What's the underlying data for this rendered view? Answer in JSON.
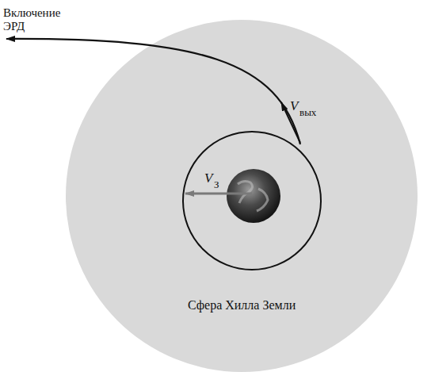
{
  "diagram": {
    "nodes": [
      {
        "text": [
          "Сфера Хилла Земли"
        ]
      }
    ],
    "labels": [
      "Включение ЭРД",
      "V",
      "вых",
      "V",
      "З"
    ]
  }
}
